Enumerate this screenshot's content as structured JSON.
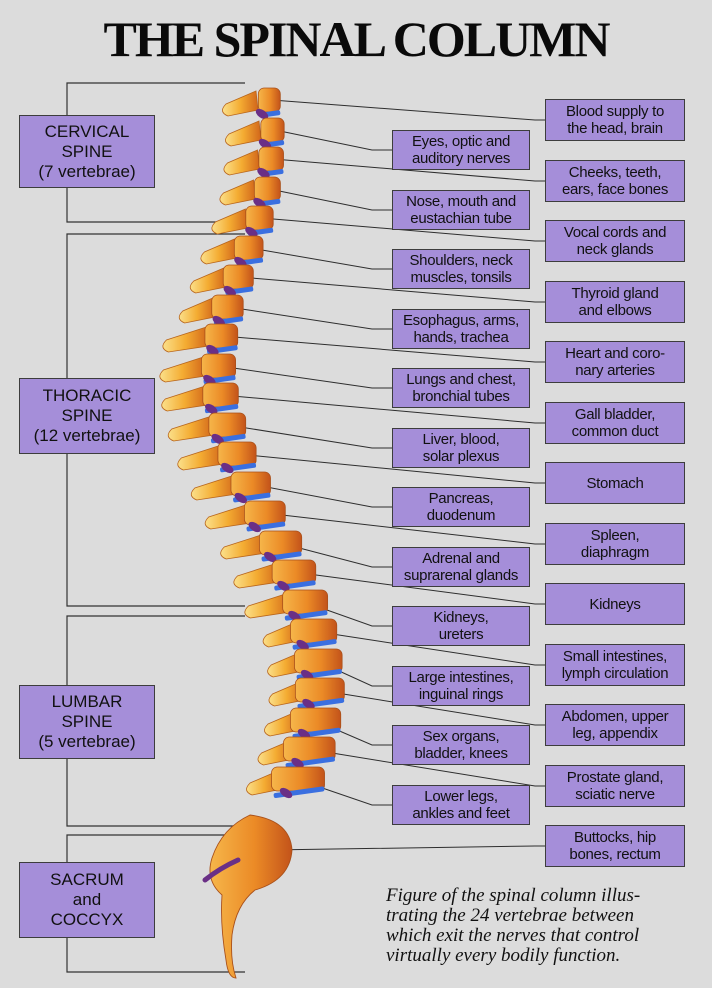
{
  "title": "THE SPINAL COLUMN",
  "regions": [
    "CERVICAL\nSPINE\n(7 vertebrae)",
    "THORACIC\nSPINE\n(12 vertebrae)",
    "LUMBAR\nSPINE\n(5 vertebrae)",
    "SACRUM\nand\nCOCCYX"
  ],
  "left_labels": [
    "Eyes, optic and\nauditory nerves",
    "Nose, mouth and\neustachian tube",
    "Shoulders, neck\nmuscles, tonsils",
    "Esophagus, arms,\nhands, trachea",
    "Lungs and chest,\nbronchial tubes",
    "Liver, blood,\nsolar plexus",
    "Pancreas,\nduodenum",
    "Adrenal and\nsuprarenal glands",
    "Kidneys,\nureters",
    "Large intestines,\ninguinal rings",
    "Sex organs,\nbladder, knees",
    "Lower legs,\nankles and feet"
  ],
  "right_labels": [
    "Blood supply to\nthe head, brain",
    "Cheeks, teeth,\nears, face bones",
    "Vocal cords and\nneck glands",
    "Thyroid gland\nand elbows",
    "Heart and coro-\nnary arteries",
    "Gall bladder,\ncommon duct",
    "Stomach",
    "Spleen,\ndiaphragm",
    "Kidneys",
    "Small intestines,\nlymph circulation",
    "Abdomen, upper\nleg, appendix",
    "Prostate gland,\nsciatic nerve",
    "Buttocks, hip\nbones, rectum"
  ],
  "caption": "Figure of the spinal column illus-\ntrating the 24 vertebrae between\nwhich exit the nerves that control\nvirtually every bodily function.",
  "colors": {
    "background": "#dcdcdc",
    "label_box": "#a58ed9",
    "bone": "#f2b43a",
    "bone_dark": "#d9761c",
    "disc": "#3a6fe0",
    "nerve": "#6a2f86"
  }
}
